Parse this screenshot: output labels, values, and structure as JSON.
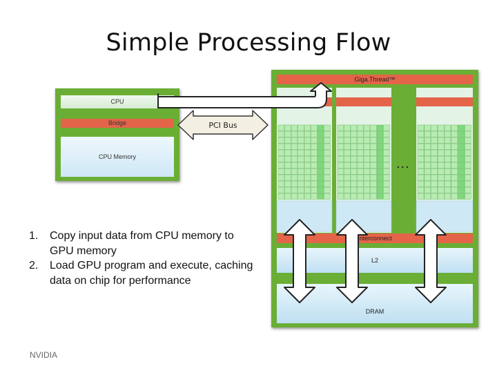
{
  "title": "Simple Processing Flow",
  "cpu": {
    "cpu_label": "CPU",
    "bridge_label": "Bridge",
    "memory_label": "CPU Memory"
  },
  "bus": {
    "label": "PCI Bus"
  },
  "gpu": {
    "gigathread_label": "Giga.Thread™",
    "interconnect_label": "Interconnect",
    "l2_label": "L2",
    "dram_label": "DRAM",
    "ellipsis": "..."
  },
  "steps": [
    {
      "num": "1.",
      "text": "Copy input data from CPU memory to GPU memory"
    },
    {
      "num": "2.",
      "text": "Load GPU program and execute, caching data on chip for performance"
    }
  ],
  "footer": "NVIDIA",
  "colors": {
    "board_green": "#6aae35",
    "bar_red": "#e4644a",
    "core_green": "#a8e6a0",
    "memory_blue": "#cfe8f6"
  }
}
